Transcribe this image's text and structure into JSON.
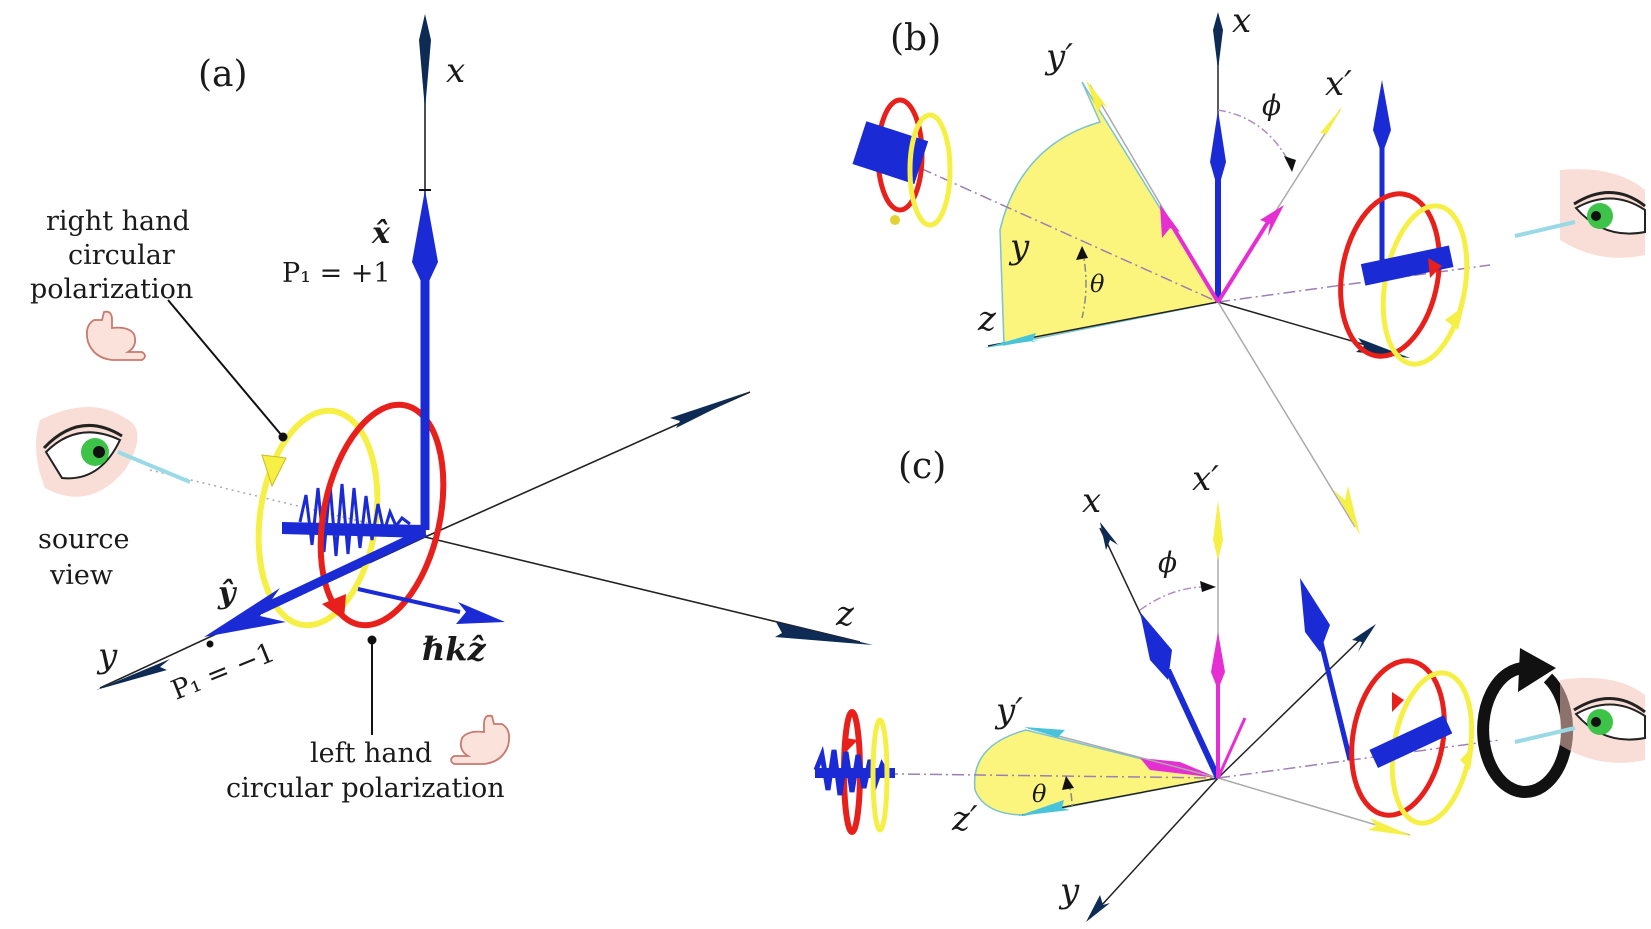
{
  "colors": {
    "axis": "#222222",
    "axis_tip": "#0d2b55",
    "axis_tip_cyan": "#49c3d9",
    "blue": "#1a2bd6",
    "red": "#e8201b",
    "yellow": "#f6f046",
    "yellow_dark": "#d7c92a",
    "magenta": "#e52fd3",
    "plane_fill": "#fbf57e",
    "iris": "#3cc348",
    "skin": "#f2c2b5"
  },
  "panel_a": {
    "label": "(a)",
    "axis_x": "x",
    "axis_y": "y",
    "axis_z": "z",
    "unit_x": "x̂",
    "unit_y": "ŷ",
    "p1_plus": "P₁ = +1",
    "p1_minus": "P₁ = −1",
    "momentum": "ℏkẑ",
    "rhc_line1": "right hand",
    "rhc_line2": "circular",
    "rhc_line3": "polarization",
    "lhc_line1": "left hand",
    "lhc_line2": "circular polarization",
    "source_line1": "source",
    "source_line2": "view"
  },
  "panel_b": {
    "label": "(b)",
    "axis_x": "x",
    "axis_xp": "x′",
    "axis_yp": "y′",
    "axis_y": "y",
    "axis_z": "z",
    "phi": "ϕ",
    "theta": "θ"
  },
  "panel_c": {
    "label": "(c)",
    "axis_x": "x",
    "axis_xp": "x′",
    "axis_yp": "y′",
    "axis_zp": "z′",
    "axis_y": "y",
    "phi": "ϕ",
    "theta": "θ"
  },
  "icons": [
    "eye-icon",
    "right-hand-icon",
    "left-hand-icon",
    "rotation-arrow-icon",
    "wave-packet-icon"
  ]
}
